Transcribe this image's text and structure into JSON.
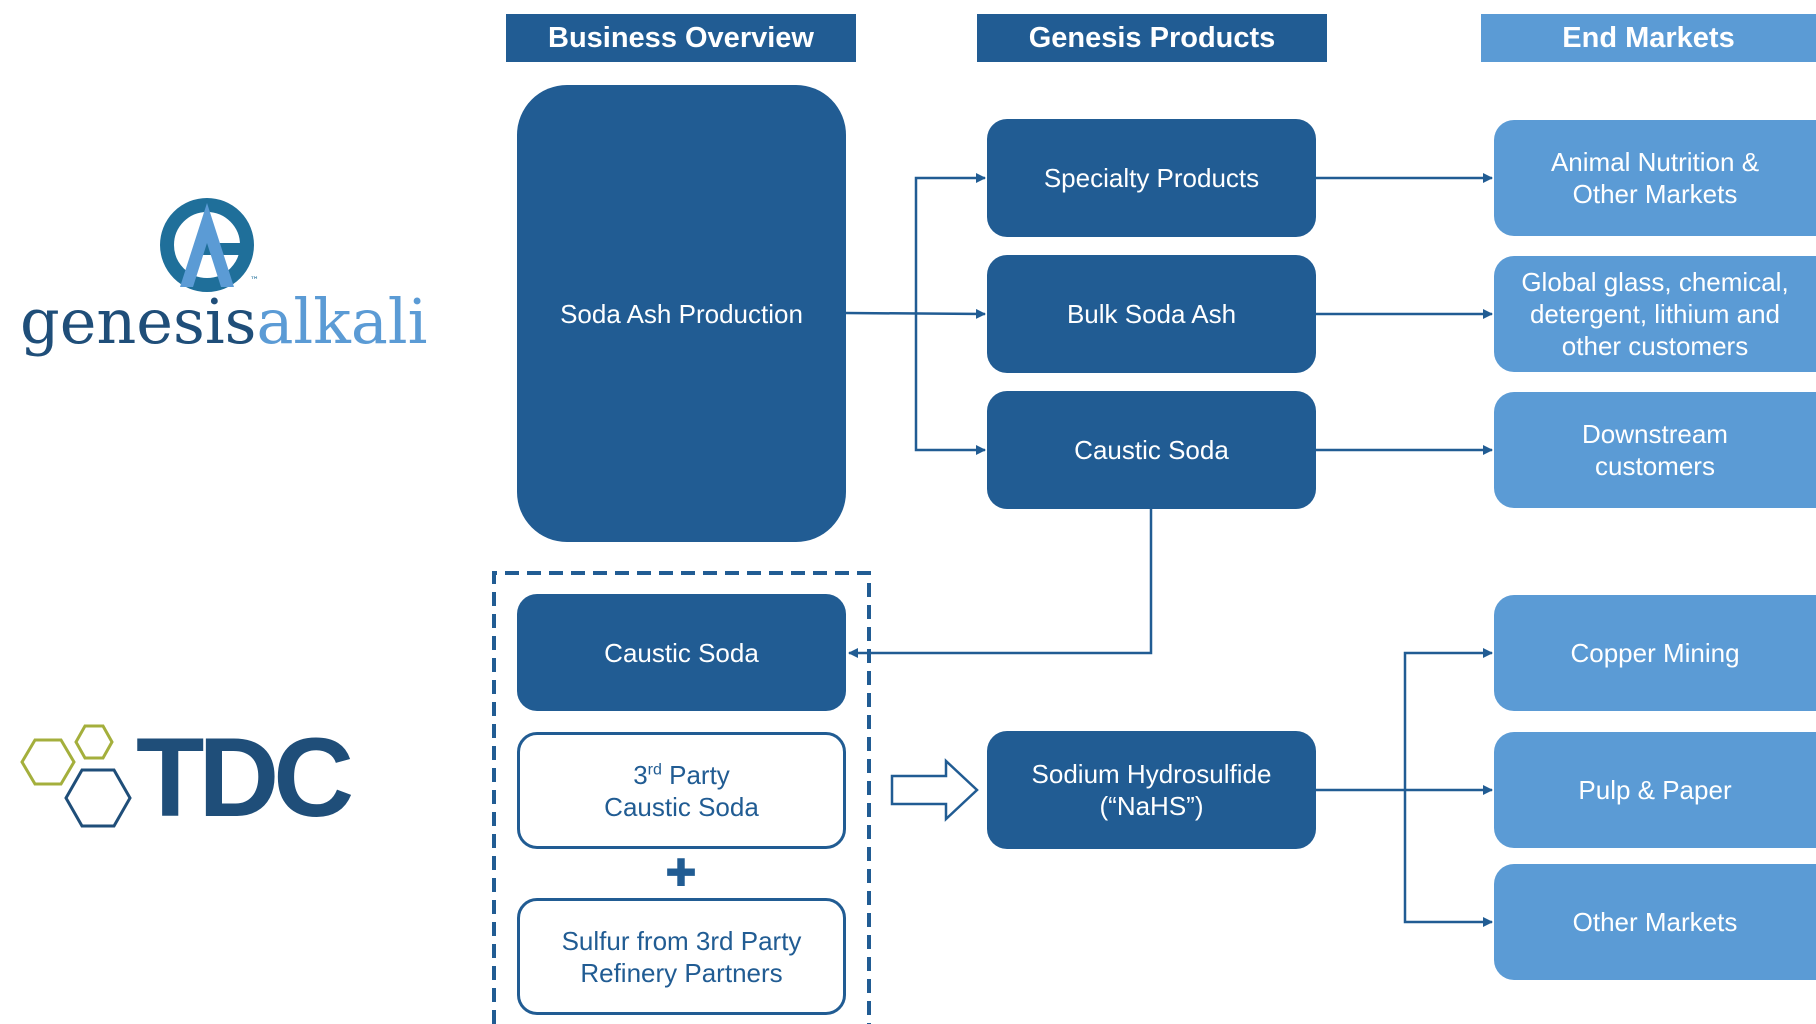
{
  "colors": {
    "dark_blue": "#215C93",
    "light_blue": "#5B9BD5",
    "logo_green": "#A4AF3C",
    "logo_navy": "#1F4E79",
    "logo_teal": "#1F6F9A"
  },
  "headers": {
    "business_overview": "Business Overview",
    "genesis_products": "Genesis Products",
    "end_markets": "End Markets"
  },
  "logos": {
    "genesis": {
      "mark": "AG",
      "word_part1": "genesis",
      "word_part2": "alkali",
      "tm": "™"
    },
    "tdc": {
      "text": "TDC"
    }
  },
  "business": {
    "soda_ash_production": "Soda Ash Production",
    "caustic_soda": "Caustic Soda",
    "third_party_caustic": {
      "num": "3",
      "sup": "rd",
      "line1_rest": " Party",
      "line2": "Caustic Soda"
    },
    "plus": "✚",
    "sulfur": {
      "line1": "Sulfur from 3rd Party",
      "line2": "Refinery Partners"
    }
  },
  "products": {
    "specialty": "Specialty Products",
    "bulk": "Bulk Soda Ash",
    "caustic": "Caustic Soda",
    "nahs": {
      "line1": "Sodium Hydrosulfide",
      "line2": "(“NaHS”)"
    }
  },
  "markets": {
    "animal": {
      "line1": "Animal Nutrition &",
      "line2": "Other Markets"
    },
    "global": {
      "line1": "Global glass, chemical,",
      "line2": "detergent, lithium and",
      "line3": "other customers"
    },
    "downstream": {
      "line1": "Downstream",
      "line2": "customers"
    },
    "copper": "Copper Mining",
    "pulp": "Pulp & Paper",
    "other": "Other Markets"
  }
}
